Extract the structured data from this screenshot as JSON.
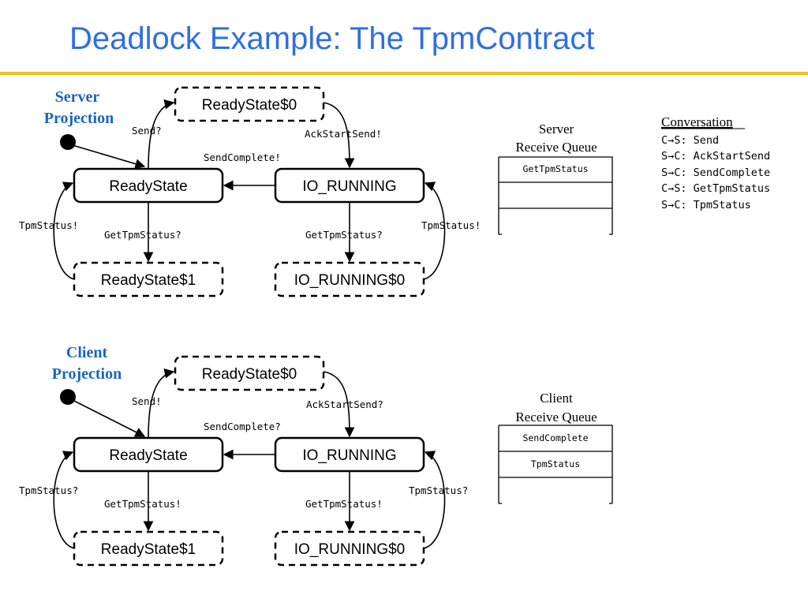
{
  "title": "Deadlock Example: The TpmContract",
  "colors": {
    "title": "#2f6fe0",
    "rule": "#f0c020",
    "projection": "#1a66b8"
  },
  "server": {
    "projection_line1": "Server",
    "projection_line2": "Projection",
    "states": {
      "ready_state": "ReadyState",
      "io_running": "IO_RUNNING",
      "ready_state_0": "ReadyState$0",
      "ready_state_1": "ReadyState$1",
      "io_running_0": "IO_RUNNING$0"
    },
    "labels": {
      "send": "Send?",
      "ack_start_send": "AckStartSend!",
      "send_complete": "SendComplete!",
      "get_tpm_status_left": "GetTpmStatus?",
      "get_tpm_status_right": "GetTpmStatus?",
      "tpm_status_left": "TpmStatus!",
      "tpm_status_right": "TpmStatus!"
    },
    "queue": {
      "title_line1": "Server",
      "title_line2": "Receive Queue",
      "items": [
        "GetTpmStatus",
        "",
        ""
      ]
    }
  },
  "client": {
    "projection_line1": "Client",
    "projection_line2": "Projection",
    "states": {
      "ready_state": "ReadyState",
      "io_running": "IO_RUNNING",
      "ready_state_0": "ReadyState$0",
      "ready_state_1": "ReadyState$1",
      "io_running_0": "IO_RUNNING$0"
    },
    "labels": {
      "send": "Send!",
      "ack_start_send": "AckStartSend?",
      "send_complete": "SendComplete?",
      "get_tpm_status_left": "GetTpmStatus!",
      "get_tpm_status_right": "GetTpmStatus!",
      "tpm_status_left": "TpmStatus?",
      "tpm_status_right": "TpmStatus?"
    },
    "queue": {
      "title_line1": "Client",
      "title_line2": "Receive Queue",
      "items": [
        "SendComplete",
        "TpmStatus",
        ""
      ]
    }
  },
  "conversation": {
    "heading": "Conversation",
    "lines": [
      "C→S: Send",
      "S→C: AckStartSend",
      "S→C: SendComplete",
      "C→S: GetTpmStatus",
      "S→C: TpmStatus"
    ]
  }
}
